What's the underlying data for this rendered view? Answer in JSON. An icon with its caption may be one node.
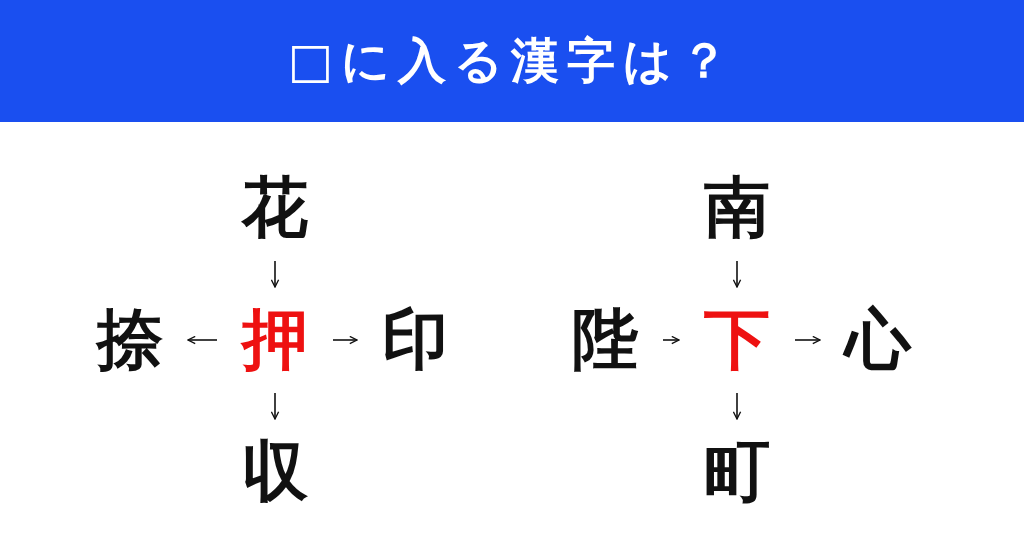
{
  "diagram": {
    "title": "□に入る漢字は？",
    "nodes": [
      {
        "text": [
          "花"
        ]
      },
      {
        "text": [
          "捺"
        ]
      },
      {
        "text": [
          "押"
        ]
      },
      {
        "text": [
          "印"
        ]
      },
      {
        "text": [
          "収"
        ]
      },
      {
        "text": [
          "南"
        ]
      },
      {
        "text": [
          "陛"
        ]
      },
      {
        "text": [
          "下"
        ]
      },
      {
        "text": [
          "心"
        ]
      },
      {
        "text": [
          "町"
        ]
      }
    ],
    "edges": [
      {
        "from": 0,
        "to": 2,
        "arrow": "to"
      },
      {
        "from": 2,
        "to": 1,
        "arrow": "to"
      },
      {
        "from": 2,
        "to": 3,
        "arrow": "to"
      },
      {
        "from": 2,
        "to": 4,
        "arrow": "to"
      },
      {
        "from": 5,
        "to": 7,
        "arrow": "to"
      },
      {
        "from": 6,
        "to": 7,
        "arrow": "to"
      },
      {
        "from": 7,
        "to": 8,
        "arrow": "to"
      },
      {
        "from": 7,
        "to": 9,
        "arrow": "to"
      }
    ]
  }
}
